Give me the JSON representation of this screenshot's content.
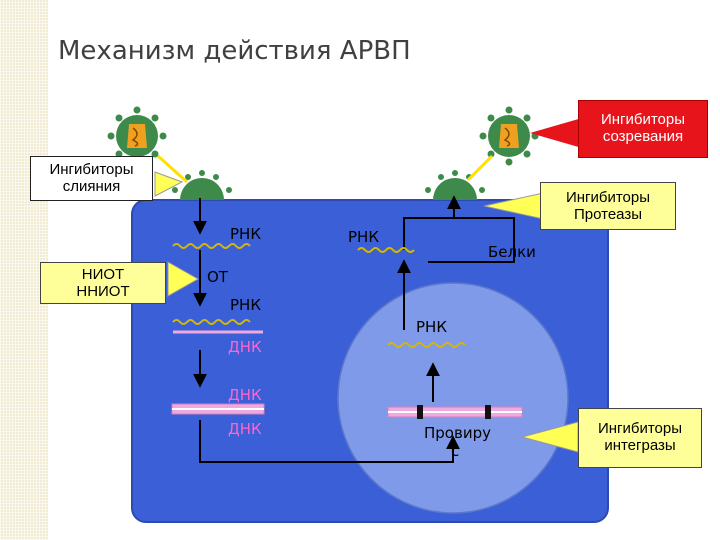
{
  "title": "Механизм действия АРВП",
  "boxes": {
    "fusion": [
      "Ингибиторы",
      "слияния"
    ],
    "niot": [
      "НИОТ",
      "ННИОТ"
    ],
    "maturation": [
      "Ингибиторы",
      "созревания"
    ],
    "protease": [
      "Ингибиторы",
      "Протеазы"
    ],
    "integrase": [
      "Ингибиторы",
      "интегразы"
    ]
  },
  "labels": {
    "rna_entry": "РНК",
    "ot": "ОТ",
    "rna_rt": "РНК",
    "dna_rt": "ДНК",
    "dna1": "ДНК",
    "dna2": "ДНК",
    "rna_cyto": "РНК",
    "proteins": "Белки",
    "rna_nucleus": "РНК",
    "provirus": "Провиру",
    "provirus_end": "с"
  },
  "colors": {
    "cell": "#3a5fd6",
    "nucleus": "#7f9ae8",
    "virus_green": "#3d8a4a",
    "capsid": "#f0a020",
    "rna": "#d4b800",
    "dna": "#f0a8e0",
    "maturation_box": "#e8141b",
    "inhibitor_box": "#ffff99"
  }
}
